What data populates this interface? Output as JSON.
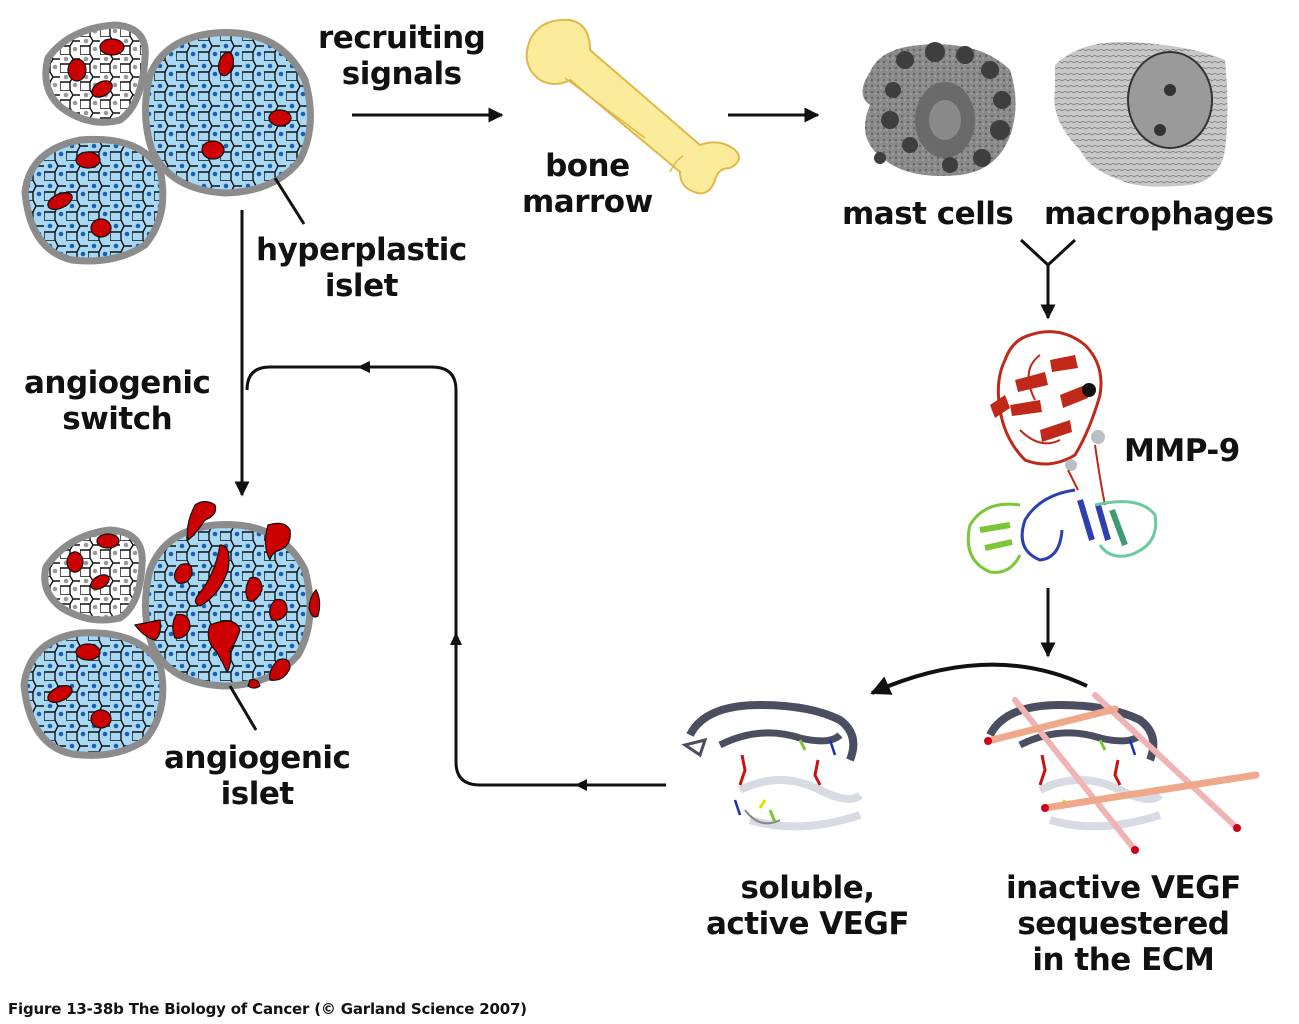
{
  "figure": {
    "caption": "Figure 13-38b  The Biology of Cancer (© Garland Science 2007)"
  },
  "labels": {
    "recruiting_signals": [
      "recruiting",
      "signals"
    ],
    "bone_marrow": [
      "bone",
      "marrow"
    ],
    "mast_cells": "mast cells",
    "macrophages": "macrophages",
    "hyperplastic_islet": [
      "hyperplastic",
      "islet"
    ],
    "angiogenic_switch": [
      "angiogenic",
      "switch"
    ],
    "mmp9": "MMP-9",
    "angiogenic_islet": [
      "angiogenic",
      "islet"
    ],
    "soluble_vegf": [
      "soluble,",
      "active VEGF"
    ],
    "inactive_vegf": [
      "inactive VEGF",
      "sequestered",
      "in the ECM"
    ]
  },
  "nodes": [
    {
      "id": "hyperplastic-islet",
      "type": "illustration"
    },
    {
      "id": "bone-marrow",
      "type": "illustration"
    },
    {
      "id": "mast-cell",
      "type": "micrograph"
    },
    {
      "id": "macrophage",
      "type": "micrograph"
    },
    {
      "id": "mmp9-protein",
      "type": "protein-structure"
    },
    {
      "id": "inactive-vegf",
      "type": "protein-structure"
    },
    {
      "id": "soluble-vegf",
      "type": "protein-structure"
    },
    {
      "id": "angiogenic-islet",
      "type": "illustration"
    }
  ],
  "edges": [
    {
      "from": "hyperplastic-islet",
      "to": "bone-marrow",
      "label": "recruiting signals"
    },
    {
      "from": "bone-marrow",
      "to": "mast-cells-macrophages"
    },
    {
      "from": "mast-cells-macrophages",
      "to": "mmp9-protein"
    },
    {
      "from": "mmp9-protein",
      "to": "inactive-vegf"
    },
    {
      "from": "inactive-vegf",
      "to": "soluble-vegf"
    },
    {
      "from": "soluble-vegf",
      "to": "angiogenic-switch"
    },
    {
      "from": "hyperplastic-islet",
      "to": "angiogenic-islet",
      "label": "angiogenic switch"
    }
  ],
  "colors": {
    "islet_cell_blue": "#a8d8f4",
    "islet_nucleus": "#1a5fb4",
    "islet_border": "#8c8c8c",
    "vessel_red": "#cc0000",
    "bone_yellow": "#fbec9c",
    "bone_outline": "#e0b84a",
    "mmp_red": "#c0281a",
    "mmp_blue": "#2e3fb0",
    "mmp_green": "#7cc63a",
    "mmp_teal": "#6ccaa0",
    "vegf_dark": "#4a4e60",
    "vegf_light": "#d8dbe4",
    "ecm_fiber": "#f0a88a",
    "ecm_fiber_pink": "#f0b4b4",
    "ecm_dot": "#d00018"
  }
}
